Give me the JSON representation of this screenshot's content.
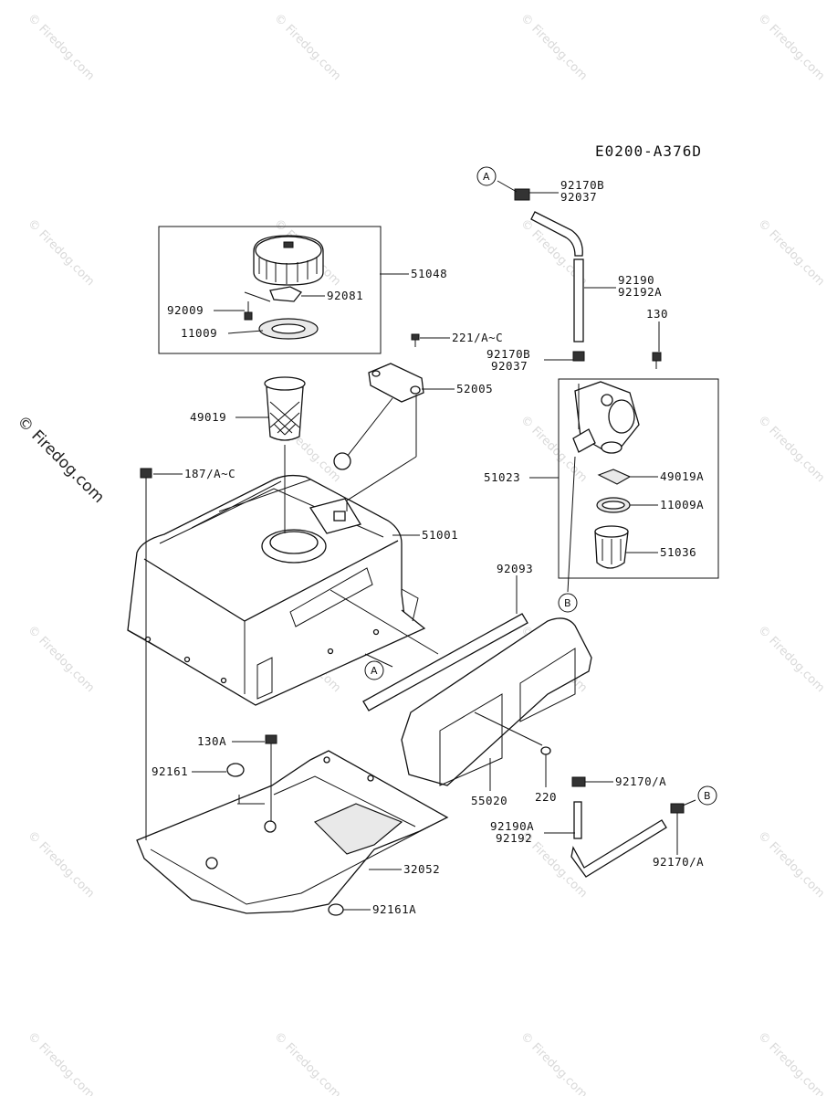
{
  "diagram_code": "E0200-A376D",
  "watermark_text": "© Firedog.com",
  "callouts": {
    "a_top": "A",
    "a_mid": "A",
    "b_mid": "B",
    "b_low": "B"
  },
  "labels": {
    "l_92170B_a": "92170B",
    "l_92037_a": "92037",
    "l_51048": "51048",
    "l_92081": "92081",
    "l_92009": "92009",
    "l_11009": "11009",
    "l_92190": "92190",
    "l_92192A": "92192A",
    "l_130": "130",
    "l_221": "221/A~C",
    "l_92170B_b": "92170B",
    "l_92037_b": "92037",
    "l_52005": "52005",
    "l_49019": "49019",
    "l_187": "187/A~C",
    "l_51023": "51023",
    "l_49019A": "49019A",
    "l_11009A": "11009A",
    "l_51001": "51001",
    "l_51036": "51036",
    "l_92093": "92093",
    "l_130A": "130A",
    "l_92161": "92161",
    "l_55020": "55020",
    "l_220": "220",
    "l_92170A_a": "92170/A",
    "l_92190A": "92190A",
    "l_92192": "92192",
    "l_92170A_b": "92170/A",
    "l_32052": "32052",
    "l_92161A": "92161A"
  }
}
